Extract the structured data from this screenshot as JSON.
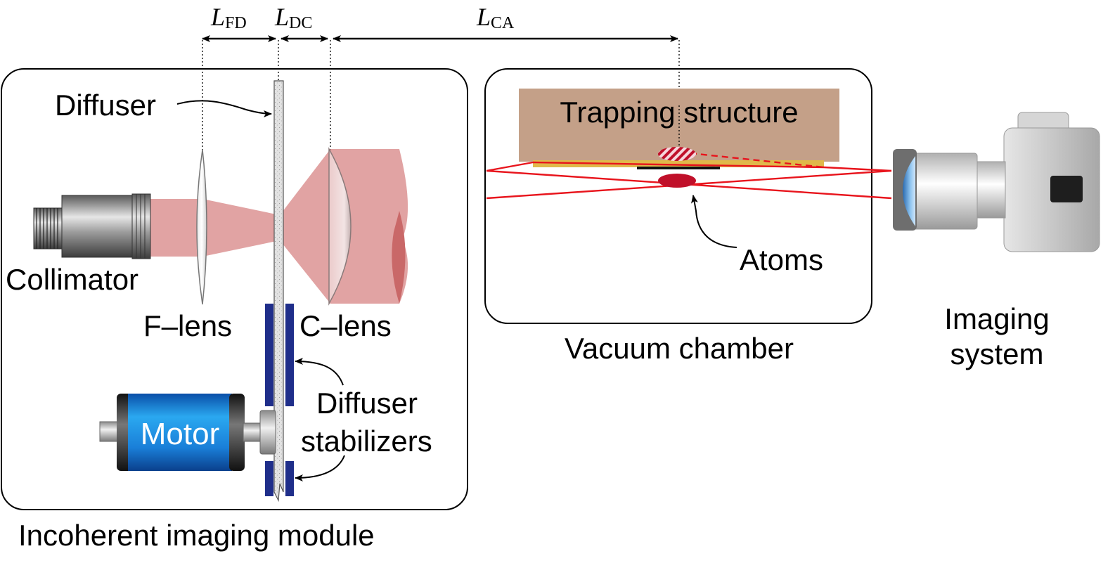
{
  "dimensions": {
    "fd_main": "L",
    "fd_sub": "FD",
    "dc_main": "L",
    "dc_sub": "DC",
    "ca_main": "L",
    "ca_sub": "CA"
  },
  "module": {
    "title": "Incoherent imaging module",
    "diffuser_label": "Diffuser",
    "collimator_label": "Collimator",
    "f_lens_label": "F–lens",
    "c_lens_label": "C–lens",
    "motor_label": "Motor",
    "stabilizers_line1": "Diffuser",
    "stabilizers_line2": "stabilizers"
  },
  "chamber": {
    "title": "Vacuum chamber",
    "trapping_label": "Trapping structure",
    "atoms_label": "Atoms"
  },
  "imaging": {
    "line1": "Imaging",
    "line2": "system"
  },
  "colors": {
    "beam": "#d98c8c",
    "laser": "#e8141c",
    "atoms": "#c0102a",
    "trap": "#c4a088",
    "gold": "#e0b84a",
    "stabilizer": "#1f2e8a",
    "motor": "#1a8be0"
  }
}
